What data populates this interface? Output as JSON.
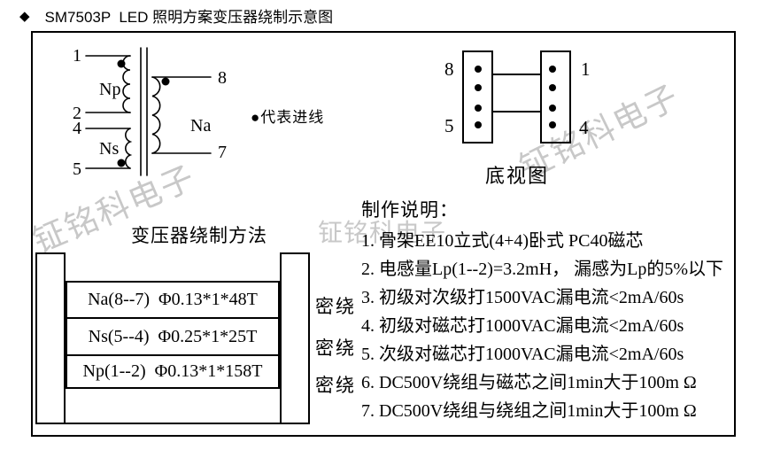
{
  "page": {
    "title_bullet": "◆",
    "title": "SM7503P  LED 照明方案变压器绕制示意图"
  },
  "watermark": {
    "text": "钲铭科电子",
    "color": "#c8c8c8"
  },
  "schematic": {
    "pin1": "1",
    "pin2": "2",
    "pin4": "4",
    "pin5": "5",
    "pin8": "8",
    "pin7": "7",
    "winding_np": "Np",
    "winding_ns": "Ns",
    "winding_na": "Na",
    "legend": "●代表进线"
  },
  "bottom_view": {
    "pin8": "8",
    "pin5": "5",
    "pin1": "1",
    "pin4": "4",
    "caption": "底视图"
  },
  "winding_table": {
    "title": "变压器绕制方法",
    "rows": [
      {
        "spec": "Na(8--7)  Φ0.13*1*48T",
        "note": "密绕"
      },
      {
        "spec": "Ns(5--4)  Φ0.25*1*25T",
        "note": "密绕"
      },
      {
        "spec": "Np(1--2)  Φ0.13*1*158T",
        "note": "密绕"
      }
    ]
  },
  "instructions": {
    "title": "制作说明：",
    "items": [
      "1. 骨架EE10立式(4+4)卧式 PC40磁芯",
      "2. 电感量Lp(1--2)=3.2mH， 漏感为Lp的5%以下",
      "3. 初级对次级打1500VAC漏电流<2mA/60s",
      "4. 初级对磁芯打1000VAC漏电流<2mA/60s",
      "5. 次级对磁芯打1000VAC漏电流<2mA/60s",
      "6. DC500V绕组与磁芯之间1min大于100m Ω",
      "7. DC500V绕组与绕组之间1min大于100m Ω"
    ]
  }
}
